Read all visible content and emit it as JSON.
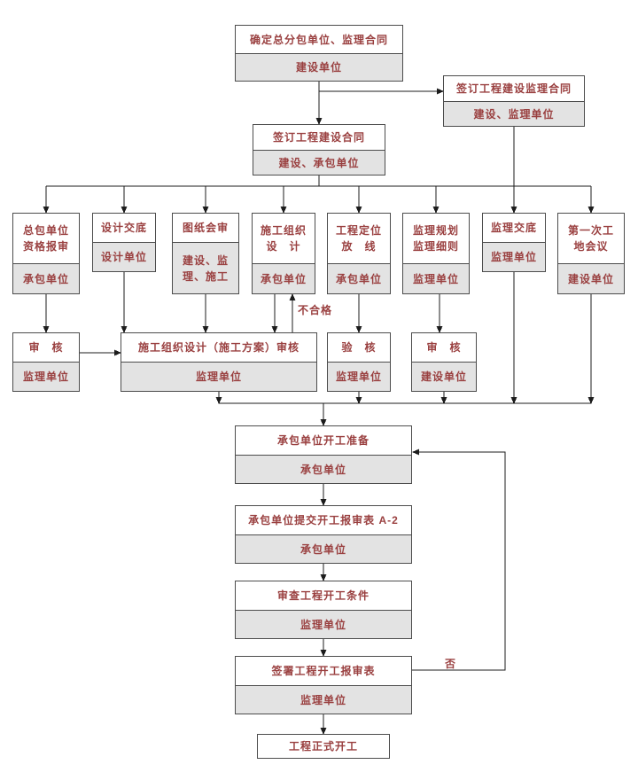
{
  "diagram": {
    "nodes": {
      "confirm_contract": {
        "title": "确定总分包单位、监理合同",
        "unit": "建设单位"
      },
      "sign_supervision": {
        "title": "签订工程建设监理合同",
        "unit": "建设、监理单位"
      },
      "sign_construction": {
        "title": "签订工程建设合同",
        "unit": "建设、承包单位"
      },
      "qualification": {
        "title": "总包单位\n资格报审",
        "unit": "承包单位"
      },
      "design_disclosure": {
        "title": "设计交底",
        "unit": "设计单位"
      },
      "drawing_review": {
        "title": "图纸会审",
        "unit": "建设、监\n理、施工"
      },
      "org_design": {
        "title": "施工组织\n设　计",
        "unit": "承包单位"
      },
      "positioning": {
        "title": "工程定位\n放　线",
        "unit": "承包单位"
      },
      "supervision_plan": {
        "title": "监理规划\n监理细则",
        "unit": "监理单位"
      },
      "supervision_disclosure": {
        "title": "监理交底",
        "unit": "监理单位"
      },
      "first_meeting": {
        "title": "第一次工\n地会议",
        "unit": "建设单位"
      },
      "review1": {
        "title": "审　核",
        "unit": "监理单位"
      },
      "org_design_review": {
        "title": "施工组织设计（施工方案）审核",
        "unit": "监理单位"
      },
      "verify": {
        "title": "验　核",
        "unit": "监理单位"
      },
      "review2": {
        "title": "审　核",
        "unit": "建设单位"
      },
      "prep": {
        "title": "承包单位开工准备",
        "unit": "承包单位"
      },
      "submit_form": {
        "title": "承包单位提交开工报审表 A-2",
        "unit": "承包单位"
      },
      "check_conditions": {
        "title": "审查工程开工条件",
        "unit": "监理单位"
      },
      "sign_form": {
        "title": "签署工程开工报审表",
        "unit": "监理单位"
      },
      "start": {
        "title": "工程正式开工"
      }
    },
    "labels": {
      "unqualified": "不合格",
      "no": "否"
    },
    "colors": {
      "text": "#9a4040",
      "box_border": "#4c4c4c",
      "unit_fill": "#e3e3e3",
      "line": "#1c1c1c"
    }
  }
}
